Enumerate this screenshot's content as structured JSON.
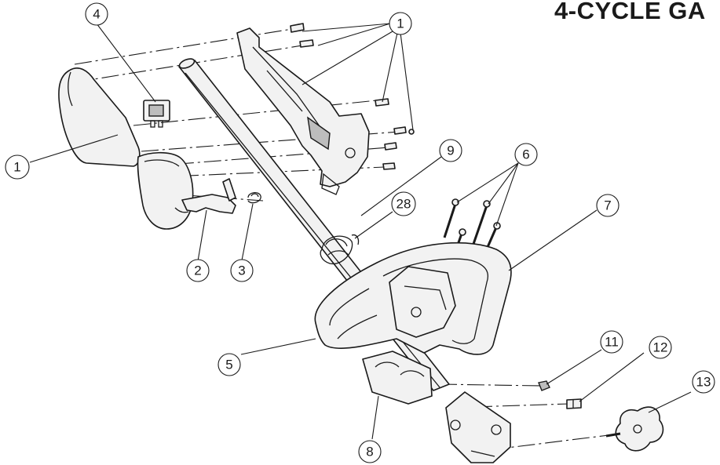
{
  "title": "4-CYCLE GA",
  "callouts": {
    "c1a": "1",
    "c1b": "1",
    "c2": "2",
    "c3": "3",
    "c4": "4",
    "c5": "5",
    "c6": "6",
    "c7": "7",
    "c8": "8",
    "c9": "9",
    "c11": "11",
    "c12": "12",
    "c13": "13",
    "c28": "28"
  },
  "colors": {
    "ink": "#1a1a1a",
    "fill": "#f2f2f2",
    "shade": "#bdbdbd"
  }
}
